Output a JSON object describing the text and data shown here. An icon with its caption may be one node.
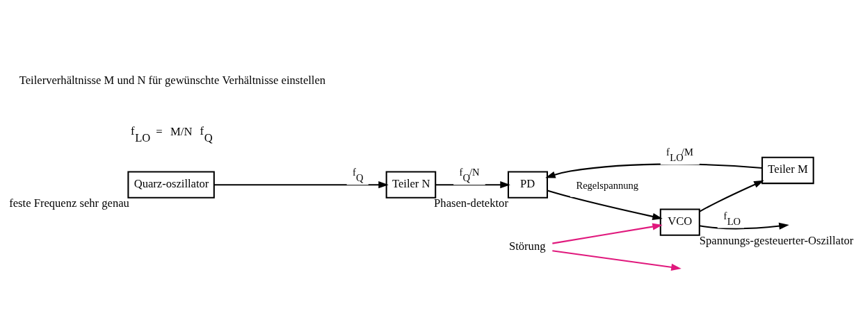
{
  "diagram": {
    "nodes": [
      {
        "text": [
          "Quarz-oszillator"
        ],
        "beside": [
          "feste Frequenz sehr genau"
        ]
      },
      {
        "text": [
          "Teiler N"
        ]
      },
      {
        "text": [
          "PD"
        ],
        "beside": [
          "Phasen-detektor"
        ]
      },
      {
        "text": [
          "Teiler M"
        ]
      },
      {
        "text": [
          "VCO"
        ],
        "beside": [
          "Spannungs-gesteuerter-Oszillator"
        ]
      },
      {
        "text": [
          "Störung"
        ]
      }
    ],
    "edges": [
      {
        "from": 0,
        "to": 1,
        "arrow": "to",
        "label": "f$_{Q}$"
      },
      {
        "from": 1,
        "to": 2,
        "arrow": "to",
        "label": "f$_{Q}$/N"
      },
      {
        "from": 3,
        "to": 2,
        "arrow": "to",
        "label": "f$_{LO}$/M"
      },
      {
        "from": 4,
        "to": 3,
        "arrow": "to"
      },
      {
        "from": 4,
        "to": null,
        "arrow": "to",
        "label": "f$_{LO}$"
      },
      {
        "from": 2,
        "to": 4,
        "arrow": "to",
        "label": "Regelspannung"
      },
      {
        "from": 5,
        "to": 4,
        "arrow": "to",
        "color": "#e0197d"
      },
      {
        "from": 5,
        "to": null,
        "arrow": "to",
        "color": "#e0197d"
      }
    ],
    "labels": [
      "f$_{LO}$ = M/N f$_{Q}$",
      "Teilerverhältnisse M und N für gewünschte Verhältnisse einstellen"
    ]
  }
}
